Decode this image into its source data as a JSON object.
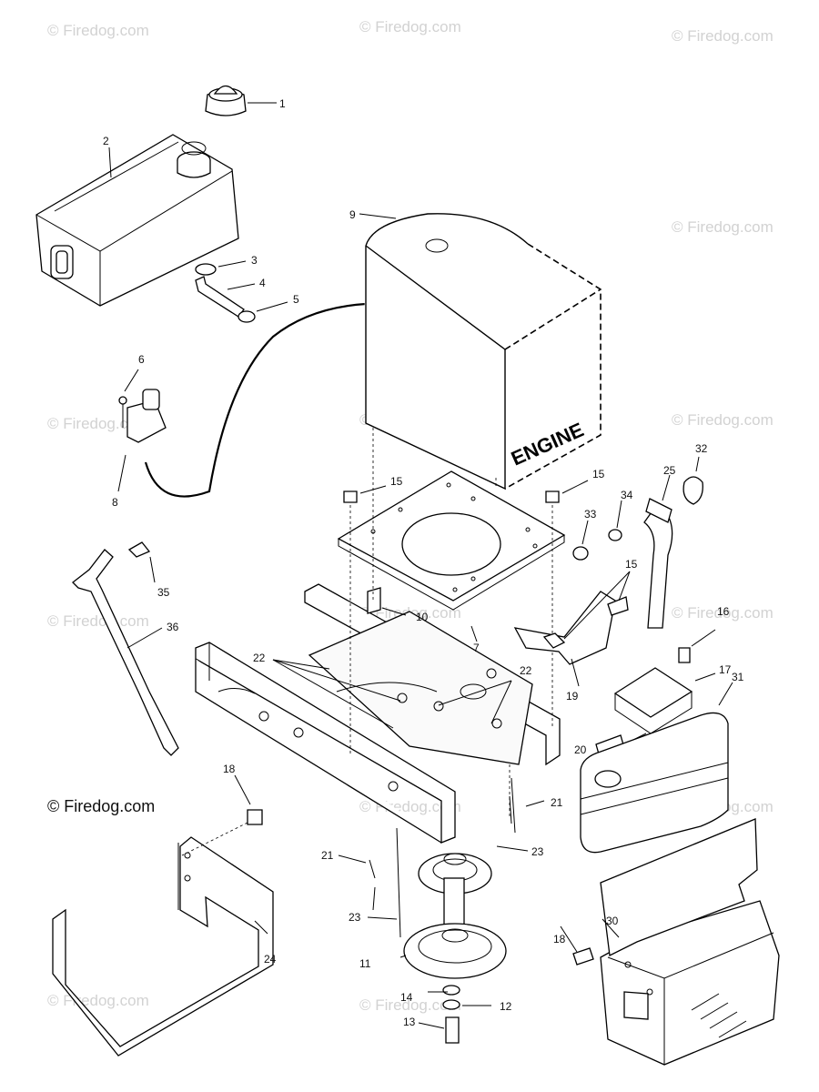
{
  "watermark_text": "© Firedog.com",
  "main_watermark_text": "© Firedog.com",
  "engine_label": "ENGINE",
  "callouts": {
    "c1": "1",
    "c2": "2",
    "c3": "3",
    "c4": "4",
    "c5": "5",
    "c6": "6",
    "c7": "7",
    "c8": "8",
    "c9": "9",
    "c10": "10",
    "c11": "11",
    "c12": "12",
    "c13": "13",
    "c14": "14",
    "c15a": "15",
    "c15b": "15",
    "c15c": "15",
    "c16": "16",
    "c17": "17",
    "c18a": "18",
    "c18b": "18",
    "c19": "19",
    "c20": "20",
    "c21a": "21",
    "c21b": "21",
    "c22a": "22",
    "c22b": "22",
    "c23a": "23",
    "c23b": "23",
    "c24": "24",
    "c25": "25",
    "c30": "30",
    "c31": "31",
    "c32": "32",
    "c33": "33",
    "c34": "34",
    "c35": "35",
    "c36": "36"
  }
}
